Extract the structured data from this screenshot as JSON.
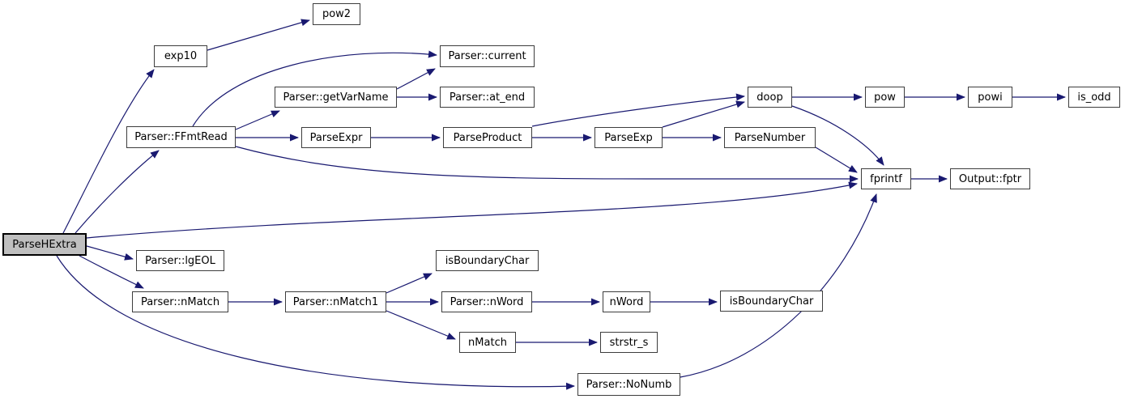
{
  "diagram": {
    "type": "call-graph",
    "colors": {
      "background": "#ffffff",
      "edge": "#191970",
      "node_fill": "#ffffff",
      "node_border": "#3d3d3d",
      "root_fill": "#bfbfbf",
      "root_border": "#000000",
      "text": "#000000"
    },
    "nodes": [
      {
        "id": "parseHExtra",
        "label": "ParseHExtra",
        "root": true
      },
      {
        "id": "exp10",
        "label": "exp10"
      },
      {
        "id": "pow2",
        "label": "pow2"
      },
      {
        "id": "ffmtRead",
        "label": "Parser::FFmtRead"
      },
      {
        "id": "current",
        "label": "Parser::current"
      },
      {
        "id": "getVarName",
        "label": "Parser::getVarName"
      },
      {
        "id": "atEnd",
        "label": "Parser::at_end"
      },
      {
        "id": "parseExpr",
        "label": "ParseExpr"
      },
      {
        "id": "parseProduct",
        "label": "ParseProduct"
      },
      {
        "id": "parseExp",
        "label": "ParseExp"
      },
      {
        "id": "parseNumber",
        "label": "ParseNumber"
      },
      {
        "id": "doop",
        "label": "doop"
      },
      {
        "id": "pow",
        "label": "pow"
      },
      {
        "id": "powi",
        "label": "powi"
      },
      {
        "id": "isOdd",
        "label": "is_odd"
      },
      {
        "id": "fprintf",
        "label": "fprintf"
      },
      {
        "id": "outputFptr",
        "label": "Output::fptr"
      },
      {
        "id": "lgEOL",
        "label": "Parser::lgEOL"
      },
      {
        "id": "nMatchP",
        "label": "Parser::nMatch"
      },
      {
        "id": "nMatch1",
        "label": "Parser::nMatch1"
      },
      {
        "id": "isBoundaryChar1",
        "label": "isBoundaryChar"
      },
      {
        "id": "nWordP",
        "label": "Parser::nWord"
      },
      {
        "id": "nWord",
        "label": "nWord"
      },
      {
        "id": "isBoundaryChar2",
        "label": "isBoundaryChar"
      },
      {
        "id": "nMatch",
        "label": "nMatch"
      },
      {
        "id": "strstrS",
        "label": "strstr_s"
      },
      {
        "id": "noNumb",
        "label": "Parser::NoNumb"
      }
    ],
    "edges": [
      {
        "from": "parseHExtra",
        "to": "exp10"
      },
      {
        "from": "parseHExtra",
        "to": "ffmtRead"
      },
      {
        "from": "parseHExtra",
        "to": "fprintf"
      },
      {
        "from": "parseHExtra",
        "to": "lgEOL"
      },
      {
        "from": "parseHExtra",
        "to": "nMatchP"
      },
      {
        "from": "parseHExtra",
        "to": "noNumb"
      },
      {
        "from": "exp10",
        "to": "pow2"
      },
      {
        "from": "ffmtRead",
        "to": "current"
      },
      {
        "from": "ffmtRead",
        "to": "getVarName"
      },
      {
        "from": "ffmtRead",
        "to": "parseExpr"
      },
      {
        "from": "ffmtRead",
        "to": "fprintf"
      },
      {
        "from": "getVarName",
        "to": "current"
      },
      {
        "from": "getVarName",
        "to": "atEnd"
      },
      {
        "from": "parseExpr",
        "to": "parseProduct"
      },
      {
        "from": "parseProduct",
        "to": "parseExp"
      },
      {
        "from": "parseProduct",
        "to": "doop"
      },
      {
        "from": "parseExp",
        "to": "doop"
      },
      {
        "from": "parseExp",
        "to": "parseNumber"
      },
      {
        "from": "parseNumber",
        "to": "fprintf"
      },
      {
        "from": "doop",
        "to": "pow"
      },
      {
        "from": "doop",
        "to": "fprintf"
      },
      {
        "from": "pow",
        "to": "powi"
      },
      {
        "from": "powi",
        "to": "isOdd"
      },
      {
        "from": "fprintf",
        "to": "outputFptr"
      },
      {
        "from": "nMatchP",
        "to": "nMatch1"
      },
      {
        "from": "nMatch1",
        "to": "isBoundaryChar1"
      },
      {
        "from": "nMatch1",
        "to": "nWordP"
      },
      {
        "from": "nMatch1",
        "to": "nMatch"
      },
      {
        "from": "nWordP",
        "to": "nWord"
      },
      {
        "from": "nWord",
        "to": "isBoundaryChar2"
      },
      {
        "from": "nMatch",
        "to": "strstrS"
      },
      {
        "from": "noNumb",
        "to": "fprintf"
      }
    ]
  }
}
